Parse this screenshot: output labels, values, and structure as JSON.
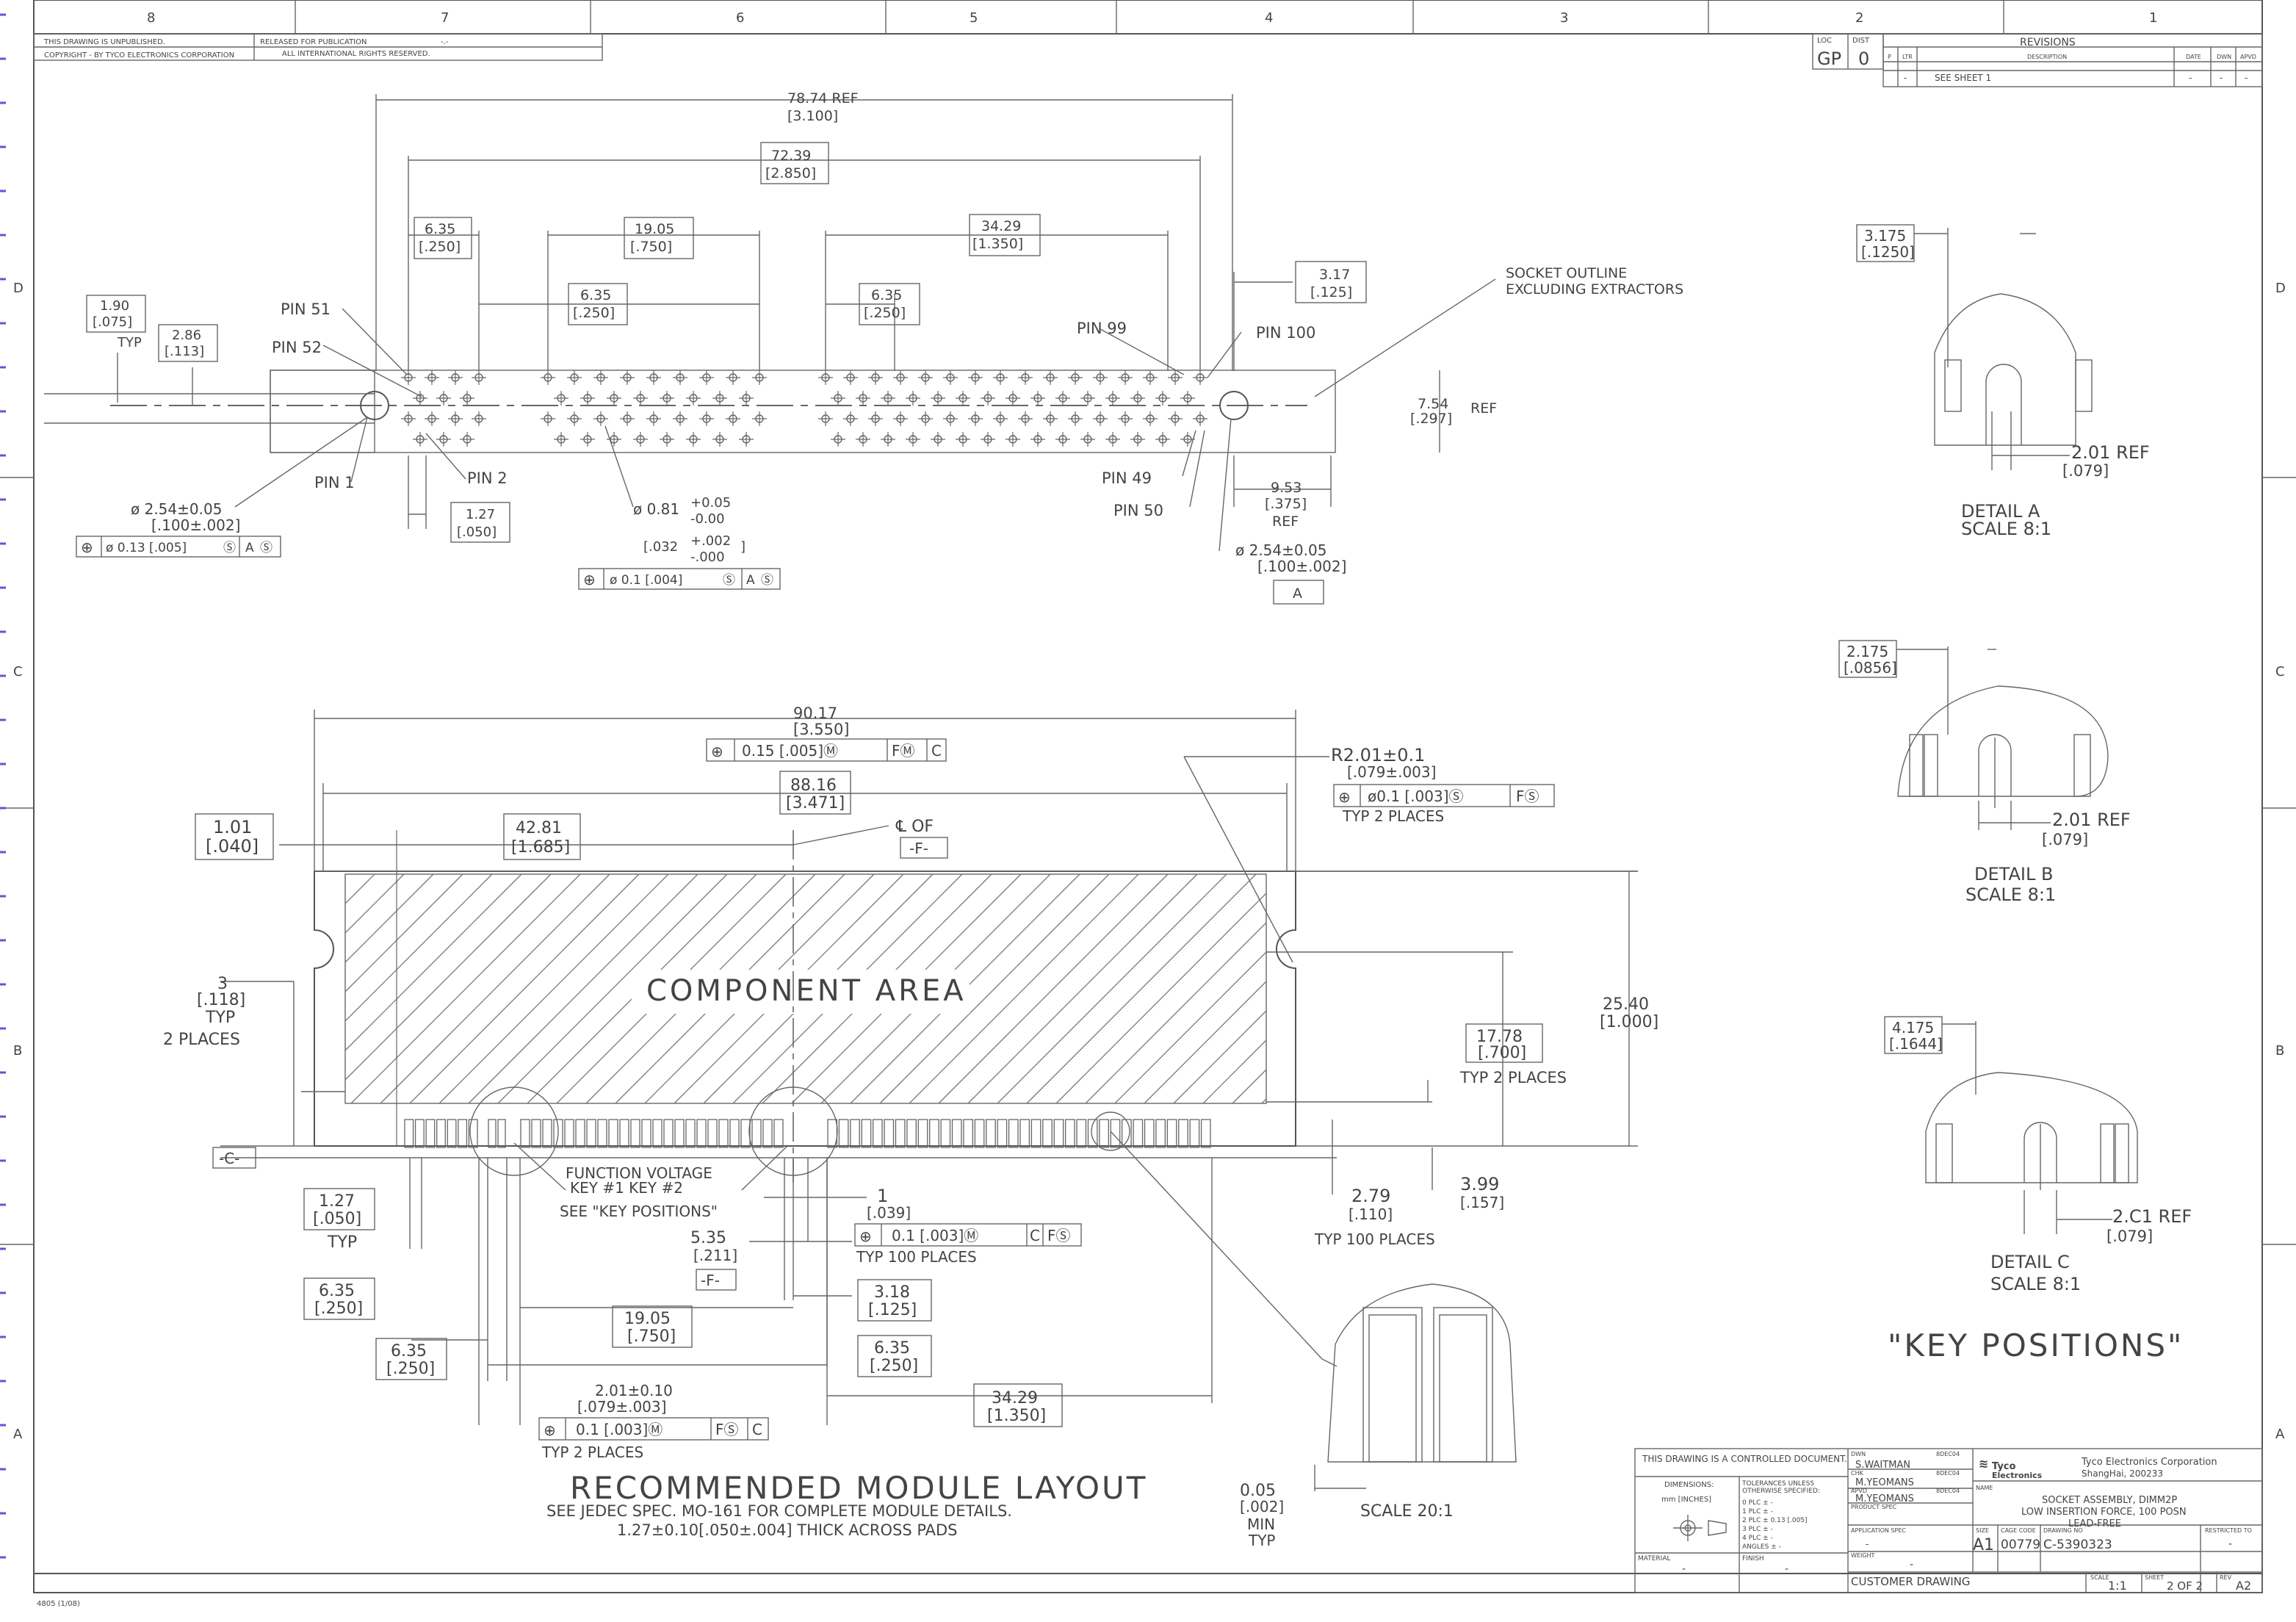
{
  "title_block_top": {
    "unpublished": "THIS DRAWING IS UNPUBLISHED.",
    "released": "RELEASED FOR PUBLICATION",
    "released_value": "-.-",
    "copyright": "COPYRIGHT  -   BY TYCO ELECTRONICS CORPORATION",
    "rights": "ALL INTERNATIONAL RIGHTS RESERVED."
  },
  "zones": {
    "columns": [
      "8",
      "7",
      "6",
      "5",
      "4",
      "3",
      "2",
      "1"
    ],
    "rows": [
      "D",
      "C",
      "B",
      "A"
    ]
  },
  "revisions": {
    "loc_label": "LOC",
    "loc": "GP",
    "dist_label": "DIST",
    "dist": "0",
    "title": "REVISIONS",
    "headers": [
      "P",
      "LTR",
      "DESCRIPTION",
      "DATE",
      "DWN",
      "APVD"
    ],
    "row": [
      "-",
      "SEE SHEET 1",
      "-",
      "-",
      "-"
    ]
  },
  "top_view": {
    "dims": [
      {
        "v": "78.74 REF",
        "i": "[3.100]"
      },
      {
        "v": "72.39",
        "i": "[2.850]"
      },
      {
        "v": "6.35",
        "i": "[.250]"
      },
      {
        "v": "19.05",
        "i": "[.750]"
      },
      {
        "v": "34.29",
        "i": "[1.350]"
      },
      {
        "v": "6.35",
        "i": "[.250]"
      },
      {
        "v": "6.35",
        "i": "[.250]"
      },
      {
        "v": "3.17",
        "i": "[.125]"
      },
      {
        "v": "1.90",
        "i": "[.075]"
      },
      {
        "v": "2.86",
        "i": "[.113]"
      },
      {
        "v": "1.27",
        "i": "[.050]"
      },
      {
        "v": "7.54",
        "i": "[.297]"
      },
      {
        "v": "9.53",
        "i": "[.375]"
      }
    ],
    "typ": "TYP",
    "ref": "REF",
    "pins": [
      "PIN 51",
      "PIN 52",
      "PIN 1",
      "PIN 2",
      "PIN 99",
      "PIN 100",
      "PIN 49",
      "PIN 50"
    ],
    "socket_outline": [
      "SOCKET OUTLINE",
      "EXCLUDING EXTRACTORS"
    ],
    "hole_left": [
      "ø 2.54±0.05",
      "[.100±.002]"
    ],
    "fcf_left": [
      "⊕",
      "ø 0.13 [.005]",
      "Ⓢ",
      "A",
      "Ⓢ"
    ],
    "hole_mid": [
      "ø 0.81",
      "+0.05",
      "-0.00",
      "[.032",
      "+.002",
      "-.000",
      "]"
    ],
    "fcf_mid": [
      "⊕",
      "ø 0.1 [.004]",
      "Ⓢ",
      "A",
      "Ⓢ"
    ],
    "hole_right": [
      "ø 2.54±0.05",
      "[.100±.002]"
    ],
    "datum_a": "A"
  },
  "module_view": {
    "component_area": "COMPONENT AREA",
    "dims": [
      {
        "v": "90.17",
        "i": "[3.550]"
      },
      {
        "v": "88.16",
        "i": "[3.471]"
      },
      {
        "v": "42.81",
        "i": "[1.685]"
      },
      {
        "v": "1.01",
        "i": "[.040]"
      },
      {
        "v": "25.40",
        "i": "[1.000]"
      },
      {
        "v": "17.78",
        "i": "[.700]"
      },
      {
        "v": "1.27",
        "i": "[.050]"
      },
      {
        "v": "6.35",
        "i": "[.250]"
      },
      {
        "v": "6.35",
        "i": "[.250]"
      },
      {
        "v": "19.05",
        "i": "[.750]"
      },
      {
        "v": "3.18",
        "i": "[.125]"
      },
      {
        "v": "6.35",
        "i": "[.250]"
      },
      {
        "v": "34.29",
        "i": "[1.350]"
      }
    ],
    "fcf_top": [
      "⊕",
      "0.15 [.005]Ⓜ",
      "FⓂ",
      "C"
    ],
    "radius": [
      "R2.01±0.1",
      "[.079±.003]"
    ],
    "fcf_radius": [
      "⊕",
      "ø0.1 [.003]Ⓢ",
      "FⓈ"
    ],
    "typ2places": "TYP 2 PLACES",
    "cl_of": "℄ OF",
    "datum_f": "-F-",
    "datum_c": "-C-",
    "three": [
      "3",
      "[.118]",
      "TYP",
      "2 PLACES"
    ],
    "typ": "TYP",
    "function_key": [
      "FUNCTION   VOLTAGE",
      "KEY #1   KEY #2",
      "SEE \"KEY POSITIONS\""
    ],
    "one": [
      "1",
      "[.039]"
    ],
    "fcf_pads": [
      "⊕",
      "0.1 [.003]Ⓜ",
      "C",
      "FⓈ"
    ],
    "typ100": "TYP 100 PLACES",
    "five35": [
      "5.35",
      "[.211]"
    ],
    "dim_279": [
      "2.79",
      "[.110]"
    ],
    "dim_399": [
      "3.99",
      "[.157]"
    ],
    "key_width": [
      "2.01±0.10",
      "[.079±.003]"
    ],
    "fcf_key": [
      "⊕",
      "0.1 [.003]Ⓜ",
      "FⓈ",
      "C"
    ],
    "title": "RECOMMENDED MODULE LAYOUT",
    "note1": "SEE JEDEC SPEC. MO-161 FOR COMPLETE MODULE DETAILS.",
    "note2": "1.27±0.10[.050±.004] THICK ACROSS PADS",
    "min": [
      "0.05",
      "[.002]",
      "MIN",
      "TYP"
    ],
    "scale": "SCALE   20:1"
  },
  "details": {
    "a": {
      "dim": [
        "3.175",
        "[.1250]"
      ],
      "ref": [
        "2.01 REF",
        "[.079]"
      ],
      "label": "DETAIL  A",
      "scale": "SCALE  8:1"
    },
    "b": {
      "dim": [
        "2.175",
        "[.0856]"
      ],
      "ref": [
        "2.01 REF",
        "[.079]"
      ],
      "label": "DETAIL B",
      "scale": "SCALE  8:1"
    },
    "c": {
      "dim": [
        "4.175",
        "[.1644]"
      ],
      "ref": [
        "2.C1 REF",
        "[.079]"
      ],
      "label": "DETAIL  C",
      "scale": "SCALE  8:1"
    },
    "key_positions": "\"KEY POSITIONS\""
  },
  "title_block": {
    "controlled": "THIS DRAWING IS A CONTROLLED DOCUMENT.",
    "dimensions_label": "DIMENSIONS:",
    "dimensions_unit": "mm [INCHES]",
    "tolerances": [
      "TOLERANCES UNLESS",
      "OTHERWISE SPECIFIED:"
    ],
    "tol_rows": [
      "0 PLC  ± -",
      "1 PLC  ± -",
      "2 PLC  ± 0.13 [.005]",
      "3 PLC  ± -",
      "4 PLC  ± -",
      "ANGLES  ± -"
    ],
    "material": "MATERIAL",
    "finish": "FINISH",
    "dash": "-",
    "dwn_label": "DWN",
    "dwn": "S.WAITMAN",
    "chk_label": "CHK",
    "chk": "M.YEOMANS",
    "apvd_label": "APVD",
    "apvd": "M.YEOMANS",
    "date": "8DEC04",
    "product_spec": "PRODUCT SPEC",
    "app_spec": "APPLICATION SPEC",
    "weight": "WEIGHT",
    "company": "Tyco Electronics Corporation",
    "city": "ShangHai, 200233",
    "logo": [
      "Tyco",
      "Electronics"
    ],
    "name_label": "NAME",
    "name": [
      "SOCKET ASSEMBLY, DIMM2P",
      "LOW INSERTION FORCE, 100 POSN",
      "LEAD-FREE"
    ],
    "size_label": "SIZE",
    "size": "A1",
    "cage_label": "CAGE CODE",
    "cage": "00779",
    "dwg_label": "DRAWING NO",
    "dwg": "C-5390323",
    "restricted": "RESTRICTED TO",
    "customer": "CUSTOMER DRAWING",
    "scale_label": "SCALE",
    "scale": "1:1",
    "sheet_label": "SHEET",
    "sheet": "2 OF 2",
    "rev_label": "REV",
    "rev": "A2"
  },
  "form_no": "4805 (1/08)"
}
